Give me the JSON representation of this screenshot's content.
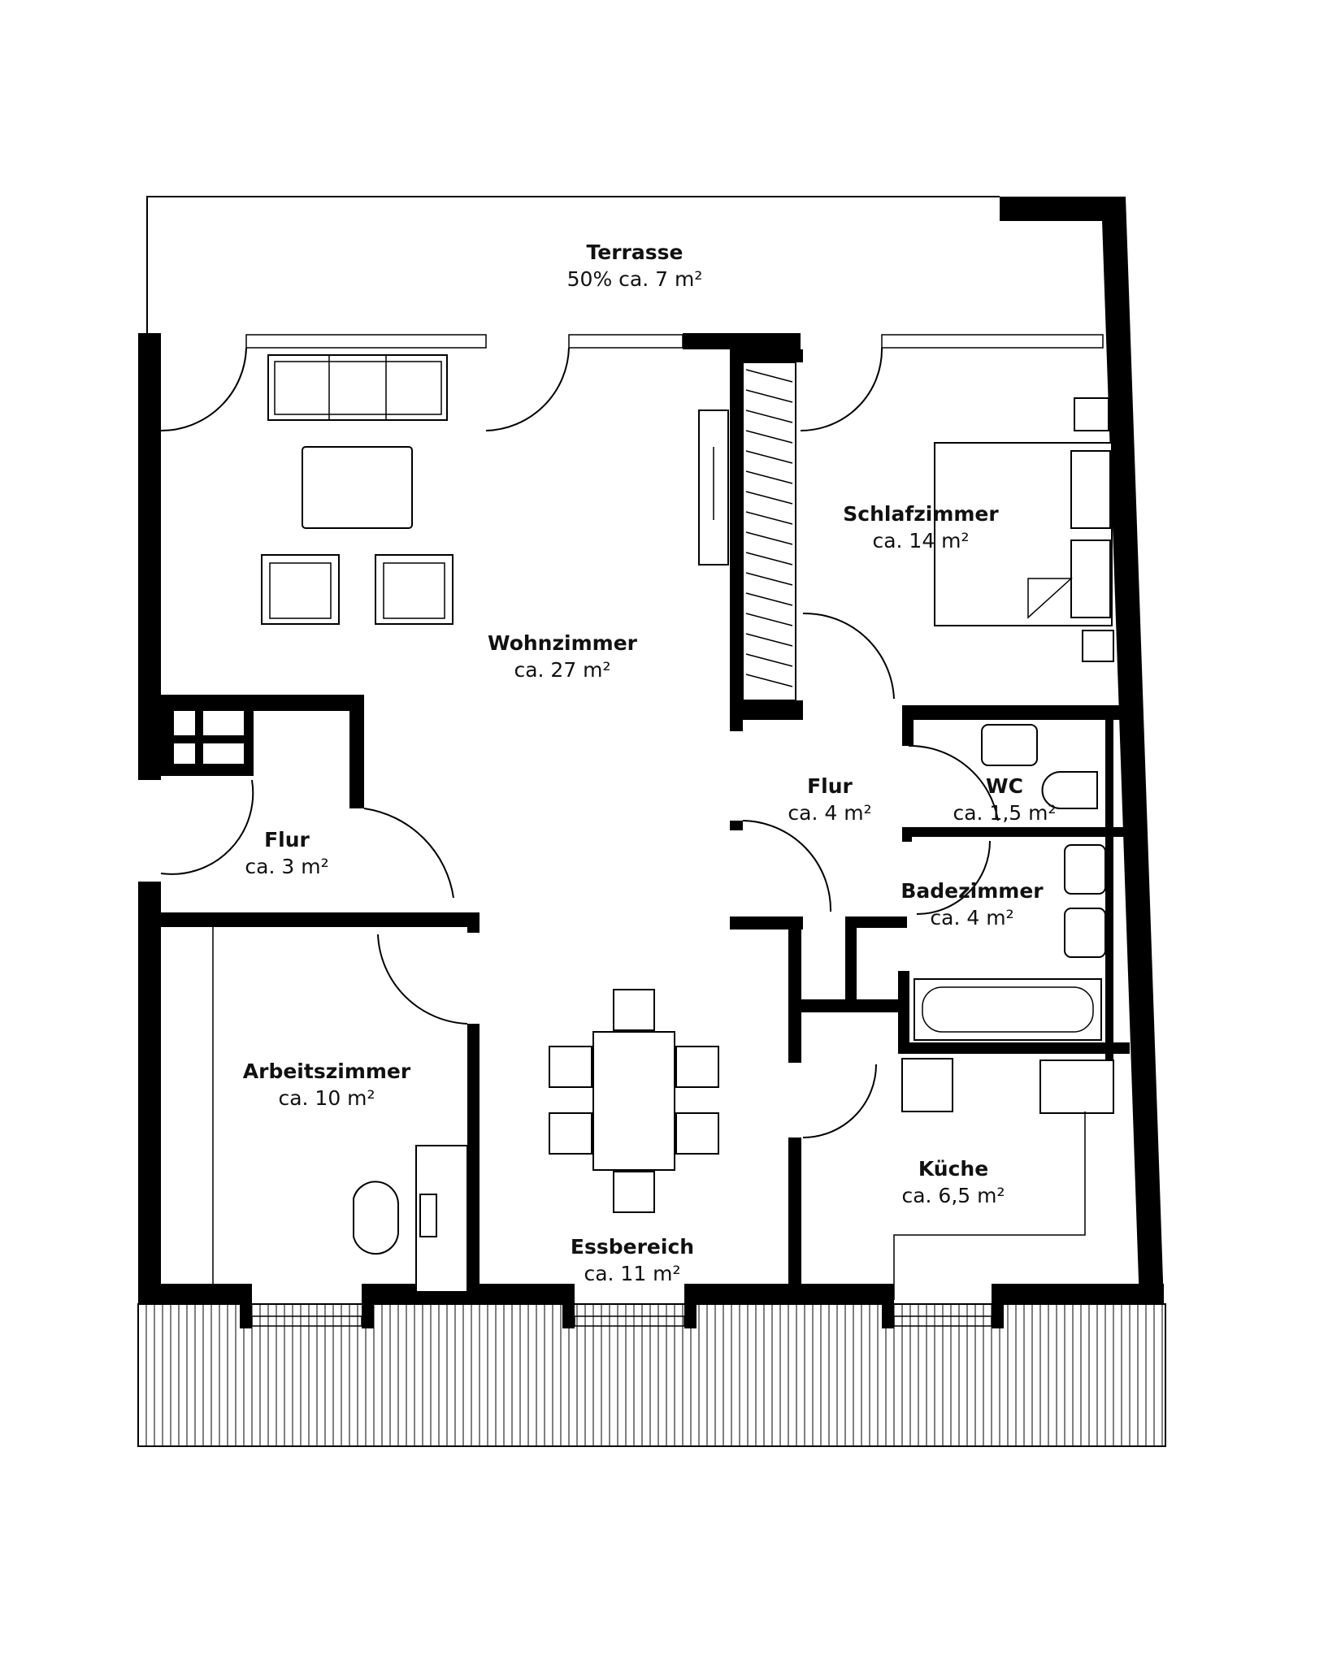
{
  "colors": {
    "wall": "#000000",
    "background": "#ffffff",
    "text": "#111111"
  },
  "rooms": [
    {
      "id": "terrasse",
      "name": "Terrasse",
      "area": "50% ca. 7 m²"
    },
    {
      "id": "wohnzimmer",
      "name": "Wohnzimmer",
      "area": "ca. 27 m²"
    },
    {
      "id": "schlafzimmer",
      "name": "Schlafzimmer",
      "area": "ca. 14 m²"
    },
    {
      "id": "flur-left",
      "name": "Flur",
      "area": "ca. 3 m²"
    },
    {
      "id": "flur-center",
      "name": "Flur",
      "area": "ca. 4 m²"
    },
    {
      "id": "wc",
      "name": "WC",
      "area": "ca. 1,5 m²"
    },
    {
      "id": "badezimmer",
      "name": "Badezimmer",
      "area": "ca. 4 m²"
    },
    {
      "id": "arbeitszimmer",
      "name": "Arbeitszimmer",
      "area": "ca. 10 m²"
    },
    {
      "id": "essbereich",
      "name": "Essbereich",
      "area": "ca. 11 m²"
    },
    {
      "id": "kueche",
      "name": "Küche",
      "area": "ca. 6,5 m²"
    }
  ]
}
